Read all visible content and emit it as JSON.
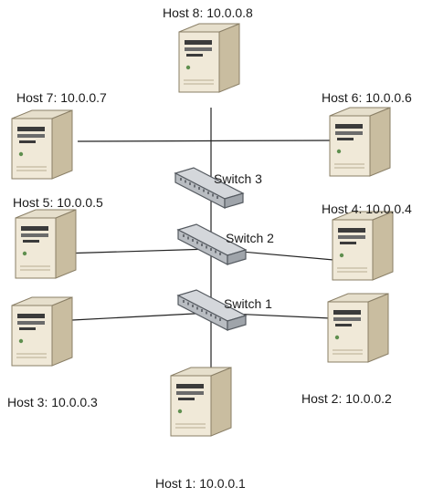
{
  "hosts": [
    {
      "id": "h1",
      "label": "Host 1: 10.0.0.1"
    },
    {
      "id": "h2",
      "label": "Host 2: 10.0.0.2"
    },
    {
      "id": "h3",
      "label": "Host 3: 10.0.0.3"
    },
    {
      "id": "h4",
      "label": "Host 4: 10.0.0.4"
    },
    {
      "id": "h5",
      "label": "Host 5: 10.0.0.5"
    },
    {
      "id": "h6",
      "label": "Host 6: 10.0.0.6"
    },
    {
      "id": "h7",
      "label": "Host 7: 10.0.0.7"
    },
    {
      "id": "h8",
      "label": "Host 8: 10.0.0.8"
    }
  ],
  "switches": [
    {
      "id": "s1",
      "label": "Switch 1"
    },
    {
      "id": "s2",
      "label": "Switch 2"
    },
    {
      "id": "s3",
      "label": "Switch 3"
    }
  ],
  "links": [
    {
      "from": "h3",
      "to": "s1"
    },
    {
      "from": "s1",
      "to": "h2"
    },
    {
      "from": "h5",
      "to": "s2"
    },
    {
      "from": "s2",
      "to": "h4"
    },
    {
      "from": "h7",
      "to": "h6"
    },
    {
      "from": "h8",
      "to": "h1"
    }
  ],
  "colors": {
    "server_front": "#f0e9d8",
    "server_side": "#c9bda0",
    "server_top": "#e6dfcc",
    "server_edge": "#8a7f66",
    "switch_body": "#d4d7db",
    "switch_edge": "#555a60",
    "link": "#222222"
  }
}
